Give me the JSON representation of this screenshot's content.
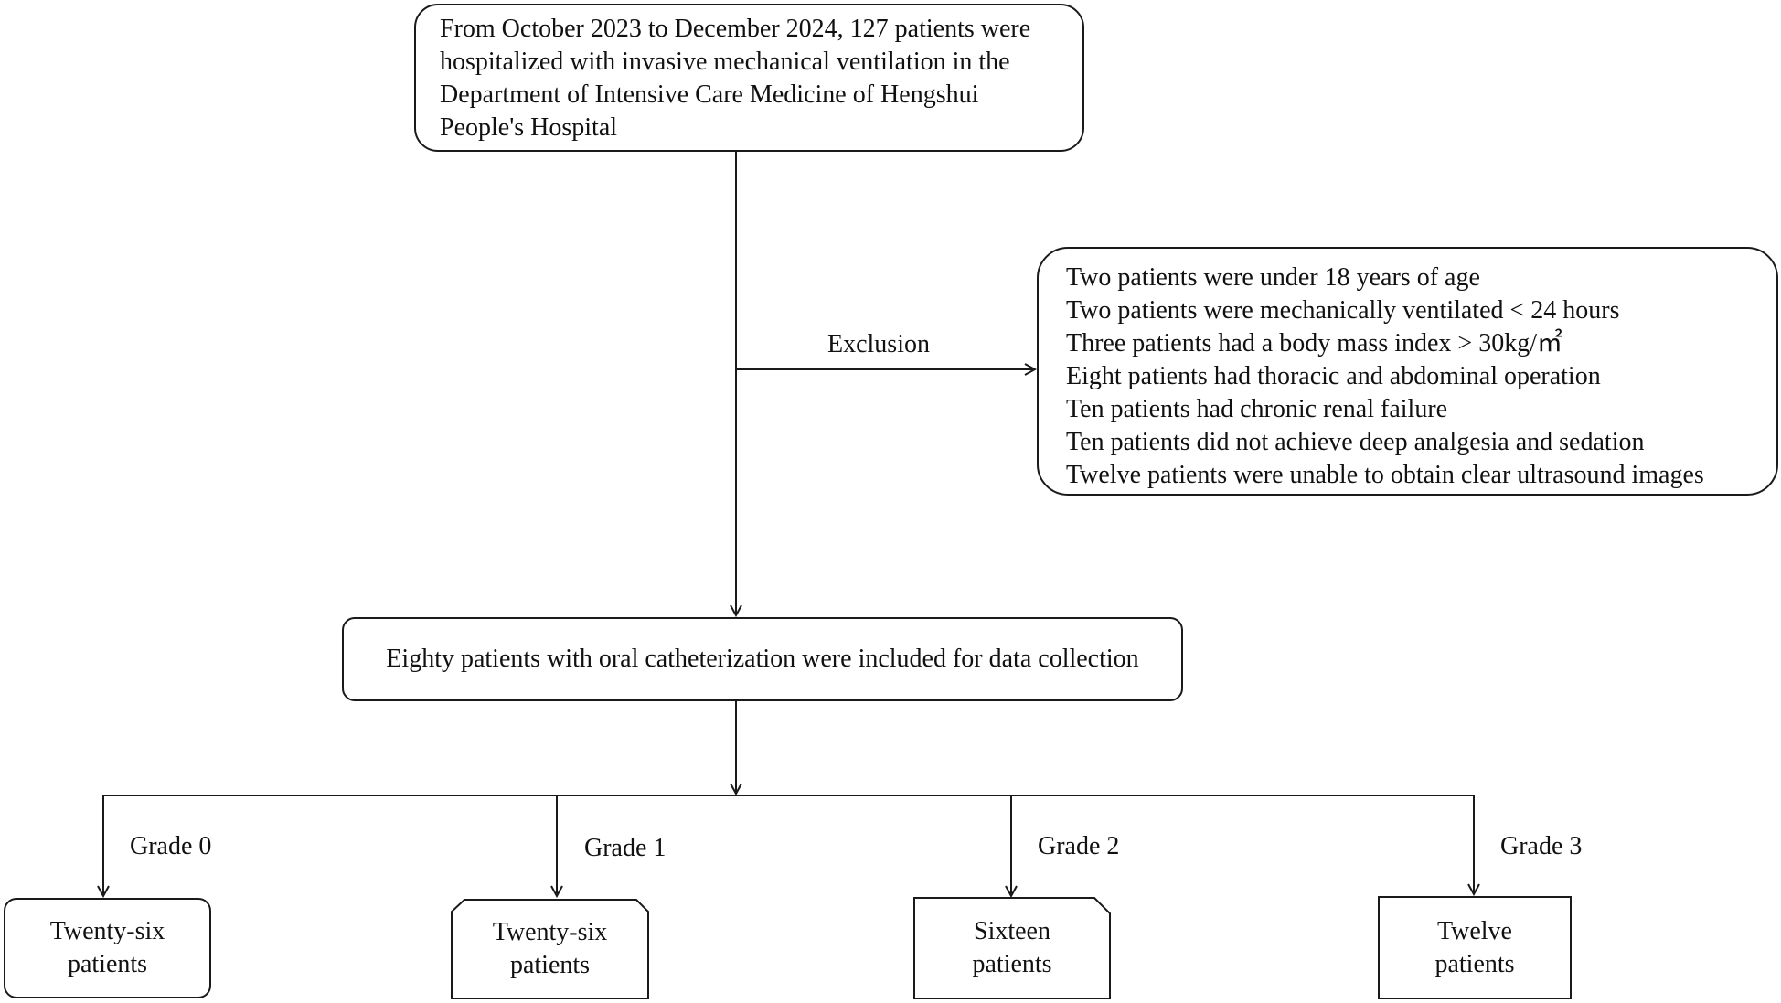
{
  "source_box": {
    "lines": [
      "From October 2023 to December 2024, 127 patients were",
      "hospitalized with invasive mechanical ventilation in the",
      "Department of Intensive Care Medicine of Hengshui",
      "People's Hospital"
    ]
  },
  "exclusion": {
    "label": "Exclusion",
    "lines": [
      "Two patients were under 18 years of age",
      "Two patients were mechanically ventilated < 24 hours",
      "Three patients had a body mass index > 30kg/㎡",
      "Eight patients had thoracic and abdominal operation",
      "Ten patients had chronic renal failure",
      "Ten patients did not achieve deep analgesia and  sedation",
      "Twelve patients were unable to obtain clear ultrasound images"
    ]
  },
  "included_box": {
    "text": "Eighty patients with oral catheterization were included for data collection"
  },
  "grades": [
    {
      "label": "Grade 0",
      "lines": [
        "Twenty-six",
        "patients"
      ]
    },
    {
      "label": "Grade 1",
      "lines": [
        "Twenty-six",
        "patients"
      ]
    },
    {
      "label": "Grade 2",
      "lines": [
        "Sixteen",
        "patients"
      ]
    },
    {
      "label": "Grade 3",
      "lines": [
        "Twelve",
        "patients"
      ]
    }
  ],
  "colors": {
    "stroke": "#1a1a1a",
    "background": "#ffffff",
    "text": "#111111"
  }
}
